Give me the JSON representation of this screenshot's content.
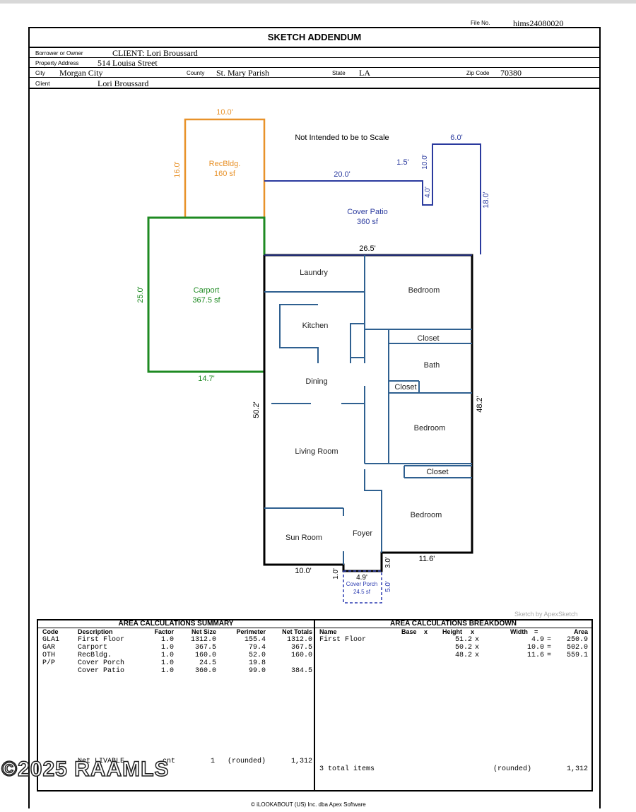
{
  "file_no": {
    "label": "File No.",
    "value": "hims24080020"
  },
  "title": "SKETCH ADDENDUM",
  "header": {
    "borrower_label": "Borrower or Owner",
    "borrower_value": "CLIENT: Lori Broussard",
    "address_label": "Property Address",
    "address_value": "514 Louisa Street",
    "city_label": "City",
    "city_value": "Morgan City",
    "county_label": "County",
    "county_value": "St. Mary Parish",
    "state_label": "State",
    "state_value": "LA",
    "zip_label": "Zip Code",
    "zip_value": "70380",
    "client_label": "Client",
    "client_value": "Lori Broussard"
  },
  "sketch": {
    "note": "Not Intended to be to Scale",
    "colors": {
      "rec": "#e8922a",
      "patio": "#2a3a9e",
      "carport": "#1e8a22",
      "house": "#000000",
      "walls": "#2f6090",
      "porch": "#2a3ab0"
    },
    "rec": {
      "name": "RecBldg.",
      "area": "160 sf",
      "dim_top": "10.0'",
      "dim_left": "16.0'"
    },
    "patio": {
      "name": "Cover Patio",
      "area": "360 sf",
      "dim_top": "20.0'",
      "dim_a": "1.5'",
      "dim_b": "10.0'",
      "dim_c": "6.0'",
      "dim_d": "4.0'",
      "dim_right": "18.0'",
      "dim_bottom": "26.5'"
    },
    "carport": {
      "name": "Carport",
      "area": "367.5 sf",
      "dim_left": "25.0'",
      "dim_bottom": "14.7'"
    },
    "house": {
      "dim_left": "50.2'",
      "dim_right": "48.2'",
      "dim_bottom_left": "10.0'",
      "dim_bottom_right": "11.6'",
      "dim_step_left": "1.0'",
      "dim_step_right": "3.0'"
    },
    "porch": {
      "name": "Cover Porch",
      "area": "24.5 sf",
      "dim_top": "4.9'",
      "dim_right": "5.0'"
    },
    "rooms": {
      "laundry": "Laundry",
      "kitchen": "Kitchen",
      "dining": "Dining",
      "living": "Living Room",
      "sun_room": "Sun Room",
      "foyer": "Foyer",
      "bedroom1": "Bedroom",
      "closet1": "Closet",
      "bath": "Bath",
      "closet2": "Closet",
      "bedroom2": "Bedroom",
      "closet3": "Closet",
      "bedroom3": "Bedroom"
    },
    "credit": "Sketch by ApexSketch"
  },
  "summary": {
    "title": "AREA CALCULATIONS SUMMARY",
    "headers": [
      "Code",
      "Description",
      "Factor",
      "Net Size",
      "Perimeter",
      "Net Totals"
    ],
    "rows": [
      [
        "GLA1",
        "First Floor",
        "1.0",
        "1312.0",
        "155.4",
        "1312.0"
      ],
      [
        "GAR",
        "Carport",
        "1.0",
        "367.5",
        "79.4",
        "367.5"
      ],
      [
        "OTH",
        "RecBldg.",
        "1.0",
        "160.0",
        "52.0",
        "160.0"
      ],
      [
        "P/P",
        "Cover Porch",
        "1.0",
        "24.5",
        "19.8",
        ""
      ],
      [
        "",
        "Cover Patio",
        "1.0",
        "360.0",
        "99.0",
        "384.5"
      ]
    ],
    "net_label": "Net LIVABLE",
    "cnt_label": "cnt",
    "cnt_value": "1",
    "rounded_label": "(rounded)",
    "net_value": "1,312"
  },
  "breakdown": {
    "title": "AREA CALCULATIONS BREAKDOWN",
    "headers": [
      "Name",
      "Base",
      "x",
      "Height",
      "x",
      "Width",
      "=",
      "Area"
    ],
    "rows": [
      [
        "First Floor",
        "51.2",
        "x",
        "4.9",
        "=",
        "250.9"
      ],
      [
        "",
        "50.2",
        "x",
        "10.0",
        "=",
        "502.0"
      ],
      [
        "",
        "48.2",
        "x",
        "11.6",
        "=",
        "559.1"
      ]
    ],
    "total_items": "3 total items",
    "rounded_label": "(rounded)",
    "total_value": "1,312"
  },
  "footer": "© iLOOKABOUT (US) Inc. dba Apex Software",
  "copyright": "©2025 RAAMLS"
}
